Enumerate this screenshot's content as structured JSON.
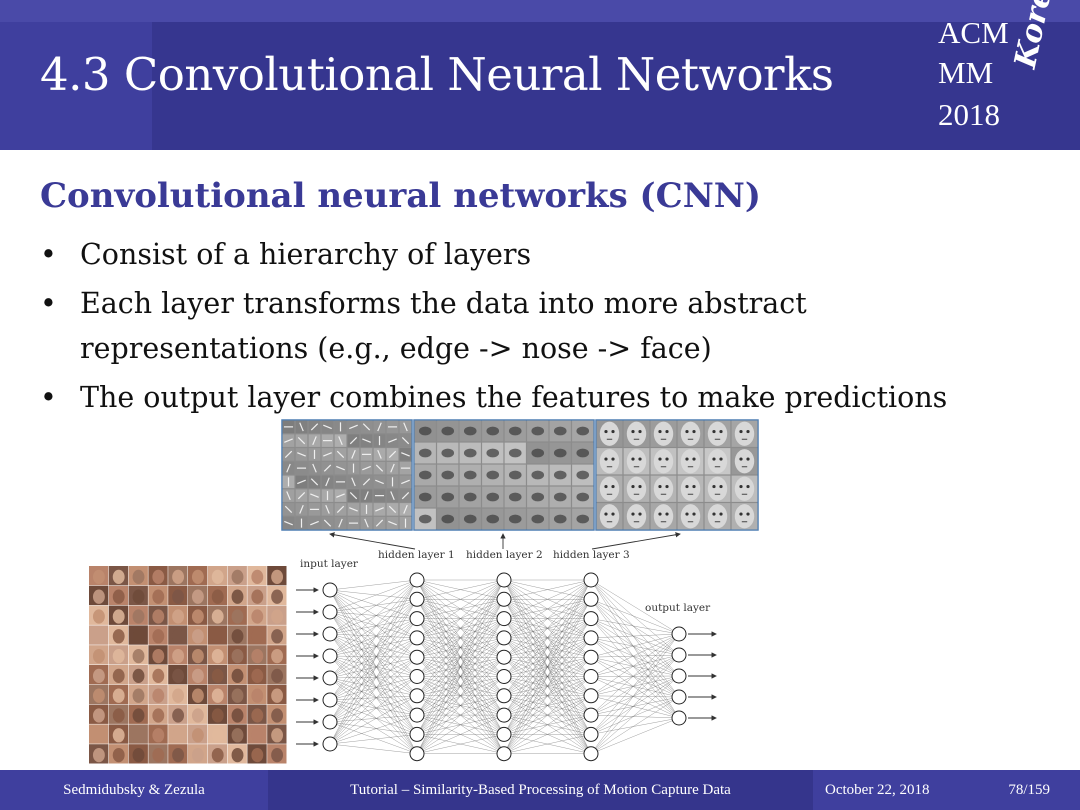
{
  "slide": {
    "title": "4.3 Convolutional Neural Networks",
    "heading": "Convolutional neural networks (CNN)",
    "bullets": [
      {
        "text": "Consist of a hierarchy of layers"
      },
      {
        "text": "Each layer transforms the data into more abstract representations (e.g., edge -> nose -> face)"
      },
      {
        "text": "The output layer combines the features to make predictions"
      }
    ]
  },
  "logo": {
    "line1": "ACM",
    "line2": "MM",
    "line3": "2018",
    "script": "Korea"
  },
  "figure": {
    "labels": {
      "input": "input layer",
      "hidden1": "hidden layer 1",
      "hidden2": "hidden layer 2",
      "hidden3": "hidden layer 3",
      "output": "output layer"
    }
  },
  "footer": {
    "authors": "Sedmidubsky & Zezula",
    "tutorial": "Tutorial – Similarity-Based Processing of Motion Capture Data",
    "date": "October 22, 2018",
    "page": "78/159"
  },
  "colors": {
    "header": "#3f3f9e",
    "heading": "#3a3a96",
    "footer": "#3f3f9e"
  }
}
